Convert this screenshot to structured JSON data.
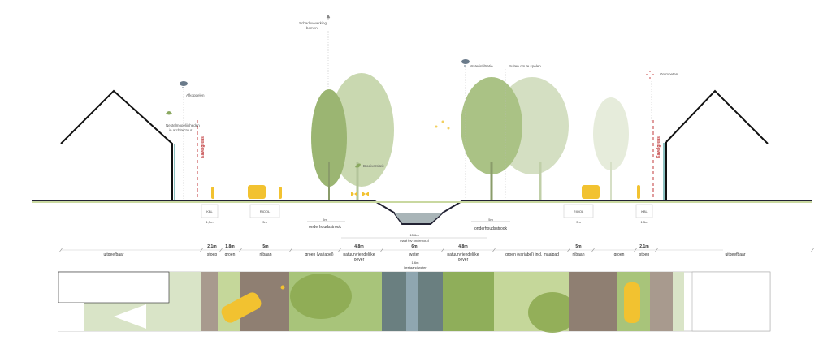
{
  "title": "Dwarsprofiel woonstraat met watergang",
  "annotations": {
    "afkoppelen": "Afkoppelen",
    "nestel_1": "Nestelmogelijkheden",
    "nestel_2": "in architectuur",
    "kavelgrens_left": "Kavelgrens",
    "kavelgrens_right": "Kavelgrens",
    "schaduw_1": "Schaduwwerking",
    "schaduw_2": "bomen",
    "biodiversiteit": "Biodiversiteit",
    "waterinfiltratie": "Waterinfiltratie",
    "spelen": "Buiten om te spelen",
    "ontmoeten": "Ontmoeten"
  },
  "underground": {
    "kbl_left": "KBL",
    "kbl_left_w": "1,5m",
    "riool_left": "RIOOL",
    "riool_left_w": "3m",
    "riool_right": "RIOOL",
    "riool_right_w": "3m",
    "kbl_right": "KBL",
    "kbl_right_w": "1,5m",
    "strook_left_w": "5m",
    "strook_left": "onderhoudsstrook",
    "strook_right_w": "5m",
    "strook_right": "onderhoudsstrook"
  },
  "maintenance": {
    "width": "15,6m",
    "label": "maat tbv onderhoud"
  },
  "existing_water": {
    "width": "1,6m",
    "label": "bestaand water"
  },
  "segments": [
    {
      "width": "",
      "name": "uitgeefbaar"
    },
    {
      "width": "2,1m",
      "name": "stoep"
    },
    {
      "width": "1,8m",
      "name": "groen"
    },
    {
      "width": "5m",
      "name": "rijbaan"
    },
    {
      "width": "",
      "name": "groen (variabel)"
    },
    {
      "width": "4,8m",
      "name": "natuurvriendelijke",
      "name2": "oever"
    },
    {
      "width": "6m",
      "name": "water"
    },
    {
      "width": "4,8m",
      "name": "natuurvriendelijke",
      "name2": "oever"
    },
    {
      "width": "",
      "name": "groen (variabel) incl. maaipad"
    },
    {
      "width": "5m",
      "name": "rijbaan"
    },
    {
      "width": "",
      "name": "groen"
    },
    {
      "width": "2,1m",
      "name": "stoep"
    },
    {
      "width": "",
      "name": "uitgeefbaar"
    }
  ],
  "colors": {
    "tree": "#9bb572",
    "tree_light": "#c9d8b0",
    "car": "#f2c230",
    "road": "#8f7f72",
    "water": "#6a7f80",
    "kavelgrens": "#c0393b"
  }
}
